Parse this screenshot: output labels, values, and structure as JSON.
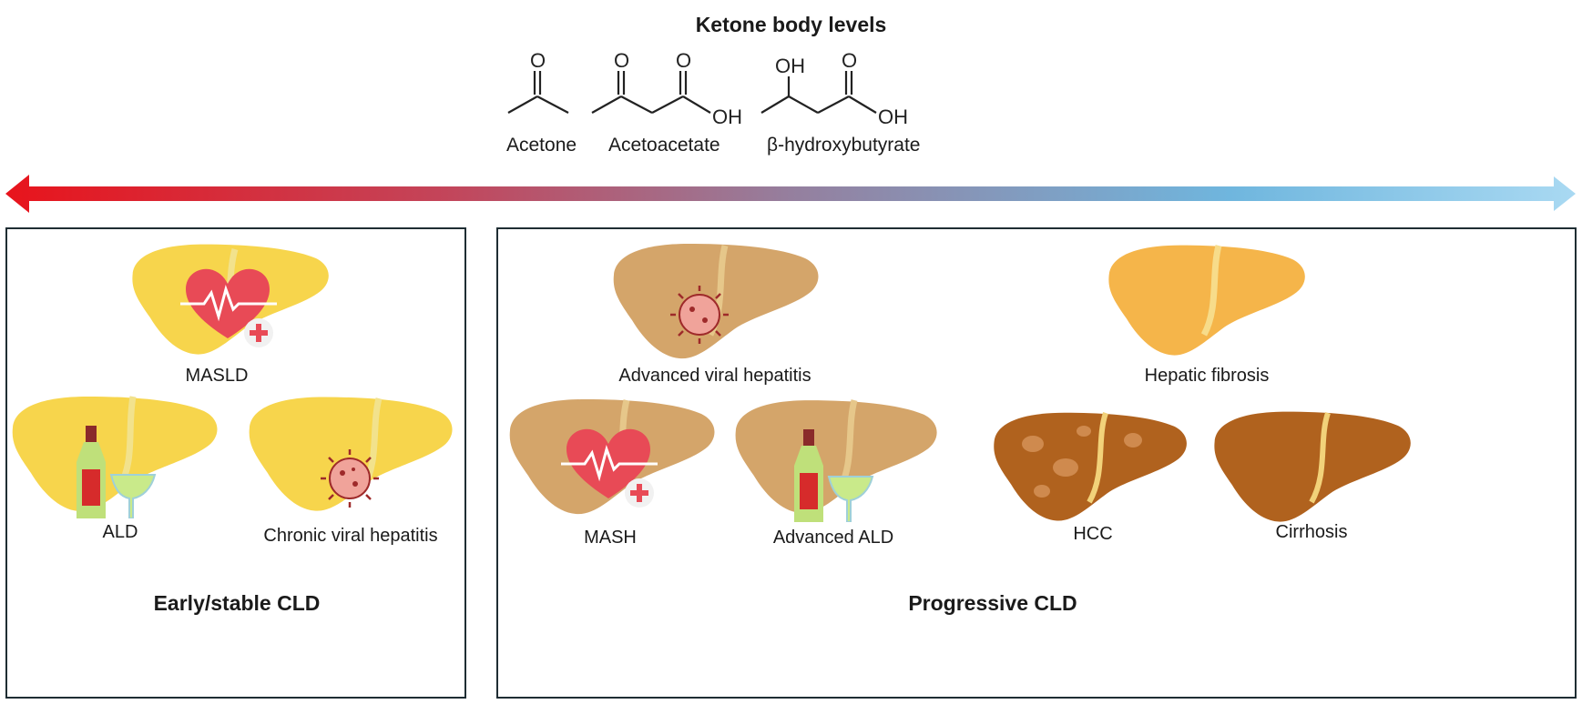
{
  "header": {
    "title": "Ketone body levels"
  },
  "molecules": [
    {
      "name": "Acetone",
      "atoms": [
        "O"
      ]
    },
    {
      "name": "Acetoacetate",
      "atoms": [
        "O",
        "O",
        "OH"
      ]
    },
    {
      "name": "β-hydroxybutyrate",
      "atoms": [
        "OH",
        "O",
        "OH"
      ]
    }
  ],
  "gradient_arrow": {
    "left_color": "#e8141c",
    "mid_color": "#9b7a9a",
    "right_color": "#a8d8f0"
  },
  "panels": {
    "early": {
      "title": "Early/stable CLD",
      "items": [
        {
          "label": "MASLD",
          "icon": "heart-pulse-icon"
        },
        {
          "label": "ALD",
          "icon": "wine-bottle-icon"
        },
        {
          "label": "Chronic viral hepatitis",
          "icon": "virus-icon"
        }
      ]
    },
    "progressive": {
      "title": "Progressive CLD",
      "items": [
        {
          "label": "Advanced viral hepatitis",
          "icon": "virus-icon"
        },
        {
          "label": "Hepatic fibrosis",
          "icon": ""
        },
        {
          "label": "MASH",
          "icon": "heart-pulse-icon"
        },
        {
          "label": "Advanced ALD",
          "icon": "wine-bottle-icon"
        },
        {
          "label": "HCC",
          "icon": ""
        },
        {
          "label": "Cirrhosis",
          "icon": ""
        }
      ]
    }
  },
  "colors": {
    "healthy_liver": "#f7d54c",
    "steatotic_liver": "#d4a56a",
    "fibrotic_liver": "#f5b54a",
    "cirrhotic_liver": "#b0621e",
    "panel_border": "#1f2d33"
  }
}
